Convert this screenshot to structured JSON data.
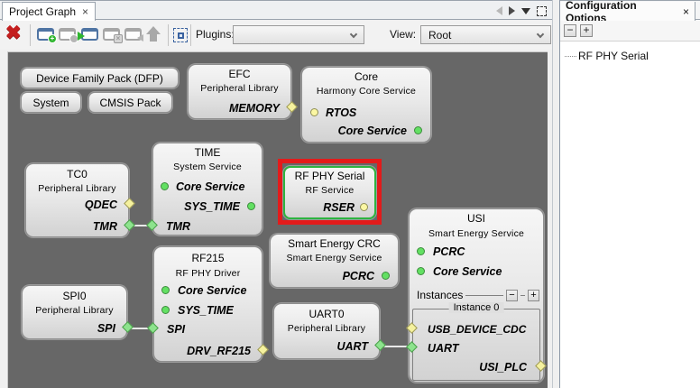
{
  "tabs": {
    "project_graph": "Project Graph",
    "configuration_options": "Configuration Options"
  },
  "icons": {
    "close_glyph": "×",
    "delete_glyph": "✖",
    "collapse_glyph": "−",
    "expand_glyph": "+",
    "plus_badge": "+",
    "x_badge": "×"
  },
  "toolbar": {
    "plugins_label": "Plugins:",
    "plugins_value": "",
    "view_label": "View:",
    "view_value": "Root"
  },
  "config_panel": {
    "collapse_button": "−",
    "expand_button": "+",
    "tree_items": [
      {
        "label": "RF PHY Serial"
      }
    ]
  },
  "graph": {
    "colors": {
      "canvas_bg": "#676767",
      "highlight_red": "#e31b1b",
      "selection_green": "#2eb340",
      "diamond_yellow": "#f5f19e",
      "diamond_green": "#8de38d",
      "circle_green": "#63e063",
      "circle_yellow": "#fbf7a3",
      "wire": "#e8e8e8"
    },
    "nodes": {
      "dfp": {
        "title": "Device Family Pack (DFP)"
      },
      "system": {
        "title": "System"
      },
      "cmsis": {
        "title": "CMSIS Pack"
      },
      "efc": {
        "title": "EFC",
        "subtitle": "Peripheral Library",
        "memory": "MEMORY"
      },
      "core": {
        "title": "Core",
        "subtitle": "Harmony Core Service",
        "rtos": "RTOS",
        "core_service": "Core Service"
      },
      "tc0": {
        "title": "TC0",
        "subtitle": "Peripheral Library",
        "qdec": "QDEC",
        "tmr": "TMR"
      },
      "time": {
        "title": "TIME",
        "subtitle": "System Service",
        "core_service": "Core Service",
        "sys_time": "SYS_TIME",
        "tmr": "TMR"
      },
      "rf_phy_serial": {
        "title": "RF PHY Serial",
        "subtitle": "RF Service",
        "rser": "RSER"
      },
      "smart_energy_crc": {
        "title": "Smart Energy CRC",
        "subtitle": "Smart Energy Service",
        "pcrc": "PCRC"
      },
      "usi": {
        "title": "USI",
        "subtitle": "Smart Energy Service",
        "pcrc": "PCRC",
        "core_service": "Core Service",
        "instances_label": "Instances",
        "minus": "−",
        "plus": "+",
        "instance0_label": "Instance 0",
        "usb_device_cdc": "USB_DEVICE_CDC",
        "uart": "UART",
        "usi_plc": "USI_PLC"
      },
      "rf215": {
        "title": "RF215",
        "subtitle": "RF PHY Driver",
        "core_service": "Core Service",
        "sys_time": "SYS_TIME",
        "spi": "SPI",
        "drv_rf215": "DRV_RF215"
      },
      "spi0": {
        "title": "SPI0",
        "subtitle": "Peripheral Library",
        "spi": "SPI"
      },
      "uart0": {
        "title": "UART0",
        "subtitle": "Peripheral Library",
        "uart": "UART"
      }
    }
  }
}
